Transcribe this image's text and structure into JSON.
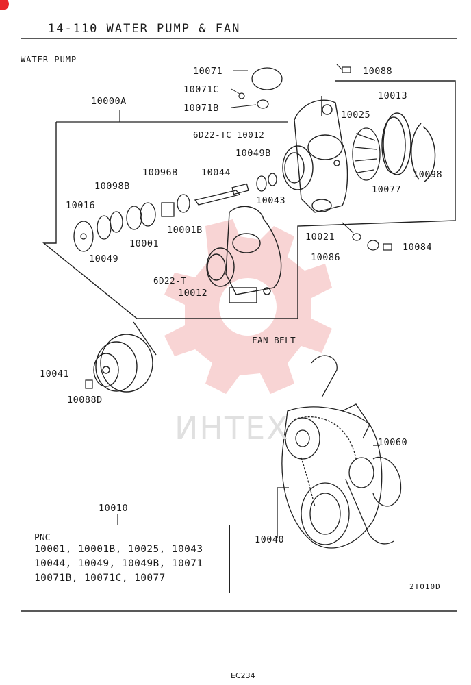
{
  "header": {
    "title": "14-110  WATER PUMP & FAN"
  },
  "section": {
    "label": "WATER PUMP"
  },
  "fan_belt_label": "FAN BELT",
  "parts": {
    "p10071": "10071",
    "p10071c": "10071C",
    "p10071b": "10071B",
    "p10088": "10088",
    "p10000a": "10000A",
    "p10013": "10013",
    "p10025": "10025",
    "p10012tc": "6D22-TC 10012",
    "p10049b": "10049B",
    "p10096b": "10096B",
    "p10044": "10044",
    "p10098b": "10098B",
    "p10016": "10016",
    "p10098": "10098",
    "p10077": "10077",
    "p10043": "10043",
    "p10001b": "10001B",
    "p10001": "10001",
    "p10049": "10049",
    "p10021": "10021",
    "p10084": "10084",
    "p10086": "10086",
    "p6d22t": "6D22-T",
    "p10012": "10012",
    "p10041": "10041",
    "p10088d": "10088D",
    "p10060": "10060",
    "p10040": "10040",
    "p10010": "10010"
  },
  "pnc": {
    "title": "PNC",
    "lines": [
      "10001, 10001B, 10025, 10043",
      "10044, 10049, 10049B, 10071",
      "10071B, 10071C, 10077"
    ]
  },
  "figure_code": "2T010D",
  "watermark": "ИНТЕХ",
  "footer": "EC234",
  "colors": {
    "ink": "#1a1a1a",
    "watermark": "#f2b8b8",
    "logo_red": "#e8262a"
  }
}
